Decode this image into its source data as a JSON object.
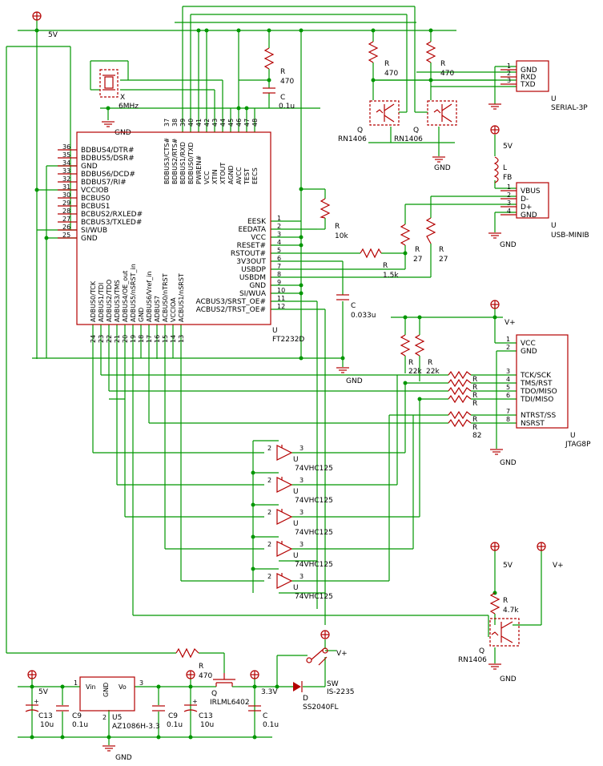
{
  "nets": {
    "v5": "5V",
    "vplus": "V+",
    "gnd": "GND",
    "v3v3": "3.3V"
  },
  "ic": {
    "ref": "U",
    "name": "FT2232D",
    "left_pins": [
      {
        "num": "36",
        "name": "BDBUS4/DTR#"
      },
      {
        "num": "35",
        "name": "BDBUS5/DSR#"
      },
      {
        "num": "34",
        "name": "GND"
      },
      {
        "num": "33",
        "name": "BDBUS6/DCD#"
      },
      {
        "num": "32",
        "name": "BDBUS7/RI#"
      },
      {
        "num": "31",
        "name": "VCCIOB"
      },
      {
        "num": "30",
        "name": "BCBUS0"
      },
      {
        "num": "29",
        "name": "BCBUS1"
      },
      {
        "num": "28",
        "name": "BCBUS2/RXLED#"
      },
      {
        "num": "27",
        "name": "BCBUS3/TXLED#"
      },
      {
        "num": "26",
        "name": "SI/WUB"
      },
      {
        "num": "25",
        "name": "GND"
      }
    ],
    "right_pins": [
      {
        "num": "1",
        "name": "EESK"
      },
      {
        "num": "2",
        "name": "EEDATA"
      },
      {
        "num": "3",
        "name": "VCC"
      },
      {
        "num": "4",
        "name": "RESET#"
      },
      {
        "num": "5",
        "name": "RSTOUT#"
      },
      {
        "num": "6",
        "name": "3V3OUT"
      },
      {
        "num": "7",
        "name": "USBDP"
      },
      {
        "num": "8",
        "name": "USBDM"
      },
      {
        "num": "9",
        "name": "GND"
      },
      {
        "num": "10",
        "name": "SI/WUA"
      },
      {
        "num": "11",
        "name": "ACBUS3/SRST_OE#"
      },
      {
        "num": "12",
        "name": "ACBUS2/TRST_OE#"
      }
    ],
    "top_pins": [
      {
        "num": "37",
        "name": "BDBUS3/CTS#"
      },
      {
        "num": "38",
        "name": "BDBUS2/RTS#"
      },
      {
        "num": "39",
        "name": "BDBUS1/RXD"
      },
      {
        "num": "40",
        "name": "BDBUS0/TXD"
      },
      {
        "num": "41",
        "name": "PWREN#"
      },
      {
        "num": "42",
        "name": "VCC"
      },
      {
        "num": "43",
        "name": "XTIN"
      },
      {
        "num": "44",
        "name": "XTOUT"
      },
      {
        "num": "45",
        "name": "AGND"
      },
      {
        "num": "46",
        "name": "AVCC"
      },
      {
        "num": "47",
        "name": "TEST"
      },
      {
        "num": "48",
        "name": "EECS"
      }
    ],
    "bottom_pins": [
      {
        "num": "24",
        "name": "ADBUS0/TCK"
      },
      {
        "num": "23",
        "name": "ADBUS1/TDI"
      },
      {
        "num": "22",
        "name": "ADBUS2/TDO"
      },
      {
        "num": "21",
        "name": "ADBUS3/TMS"
      },
      {
        "num": "20",
        "name": "ADBUS4/OE_out"
      },
      {
        "num": "19",
        "name": "ADBUS5/nSRST_in"
      },
      {
        "num": "18",
        "name": "GND"
      },
      {
        "num": "17",
        "name": "ADBUS6/Vref_in"
      },
      {
        "num": "16",
        "name": "ADBUS7"
      },
      {
        "num": "15",
        "name": "ACBUS0/nTRST"
      },
      {
        "num": "14",
        "name": "VCCIOA"
      },
      {
        "num": "13",
        "name": "ACBUS1/nSRST"
      }
    ]
  },
  "serial": {
    "ref": "U",
    "name": "SERIAL-3P",
    "pins": [
      {
        "num": "1",
        "name": "GND"
      },
      {
        "num": "2",
        "name": "RXD"
      },
      {
        "num": "3",
        "name": "TXD"
      }
    ]
  },
  "usb": {
    "ref": "U",
    "name": "USB-MINIB",
    "pins": [
      {
        "num": "1",
        "name": "VBUS"
      },
      {
        "num": "2",
        "name": "D-"
      },
      {
        "num": "3",
        "name": "D+"
      },
      {
        "num": "4",
        "name": "GND"
      }
    ]
  },
  "jtag": {
    "ref": "U",
    "name": "JTAG8P",
    "pins": [
      {
        "num": "1",
        "name": "VCC"
      },
      {
        "num": "2",
        "name": "GND"
      },
      {
        "num": "3",
        "name": "TCK/SCK"
      },
      {
        "num": "4",
        "name": "TMS/RST"
      },
      {
        "num": "5",
        "name": "TDO/MISO"
      },
      {
        "num": "6",
        "name": "TDI/MISO"
      },
      {
        "num": "7",
        "name": "NTRST/SS"
      },
      {
        "num": "8",
        "name": "NSRST"
      }
    ]
  },
  "xtal": {
    "ref": "X",
    "value": "6MHz"
  },
  "r_xtal": {
    "ref": "R",
    "value": "470"
  },
  "c_xtal": {
    "ref": "C",
    "value": "0.1u"
  },
  "r_q1": {
    "ref": "R",
    "value": "470"
  },
  "r_q2": {
    "ref": "R",
    "value": "470"
  },
  "q1": {
    "ref": "Q",
    "value": "RN1406"
  },
  "q2": {
    "ref": "Q",
    "value": "RN1406"
  },
  "q3": {
    "ref": "Q",
    "value": "RN1406"
  },
  "fb": {
    "ref": "L",
    "value": "FB"
  },
  "r_eesk": {
    "ref": "R",
    "value": "10k"
  },
  "r_usbdp": {
    "ref": "R",
    "value": "27"
  },
  "r_usbdm": {
    "ref": "R",
    "value": "27"
  },
  "r_pull": {
    "ref": "R",
    "value": "1.5k"
  },
  "c_3v3": {
    "ref": "C",
    "value": "0.033u"
  },
  "r_jt1": {
    "ref": "R",
    "value": "22k"
  },
  "r_jt2": {
    "ref": "R",
    "value": "22k"
  },
  "r_jtag": {
    "ref": "R",
    "value": "R"
  },
  "r_82": {
    "value": "82"
  },
  "buffers": {
    "ref": "U",
    "value": "74VHC125",
    "pin_in": "2",
    "pin_out": "3"
  },
  "r_q3": {
    "ref": "R",
    "value": "4.7k"
  },
  "reg": {
    "ref": "U5",
    "value": "AZ1086H-3.3",
    "vin": "Vin",
    "vo": "Vo",
    "gnd": "GND",
    "pin1": "1",
    "pin2": "2",
    "pin3": "3"
  },
  "c13a": {
    "ref": "C13",
    "value": "10u"
  },
  "c9a": {
    "ref": "C9",
    "value": "0.1u"
  },
  "c9b": {
    "ref": "C9",
    "value": "0.1u"
  },
  "c13b": {
    "ref": "C13",
    "value": "10u"
  },
  "c_out": {
    "ref": "C",
    "value": "0.1u"
  },
  "r_gate": {
    "ref": "R",
    "value": "470"
  },
  "qfet": {
    "ref": "Q",
    "value": "IRLML6402"
  },
  "diode": {
    "ref": "D",
    "value": "SS2040FL"
  },
  "sw": {
    "ref": "SW",
    "value": "IS-2235"
  }
}
